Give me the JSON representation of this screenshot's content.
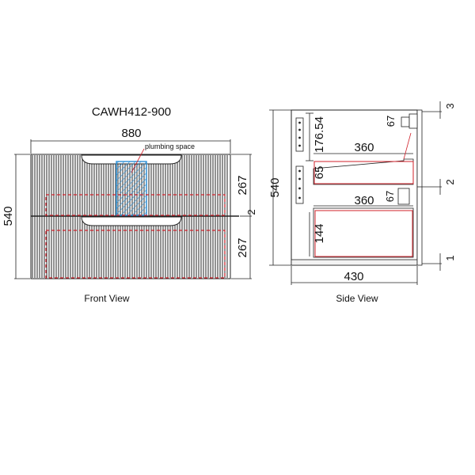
{
  "title": "CAWH412-900",
  "front_view": {
    "caption": "Front View",
    "width_label": "880",
    "height_label": "540",
    "top_drawer_label": "267",
    "bottom_drawer_label": "267",
    "gap_label": "2",
    "plumbing_label": "plumbing space"
  },
  "side_view": {
    "caption": "Side View",
    "height_label": "540",
    "depth_label": "430",
    "top_gap_label": "3",
    "mid_gap_label": "2",
    "bottom_gap_label": "1",
    "upper_drawer_depth": "360",
    "lower_drawer_depth": "360",
    "upper_67": "67",
    "lower_67": "67",
    "label_176_54": "176.54",
    "label_65": "65",
    "label_144": "144"
  },
  "colors": {
    "line": "#222222",
    "slat": "#3a3a3a",
    "hidden": "#d0202a",
    "plumbing": "#2a8fd6"
  }
}
